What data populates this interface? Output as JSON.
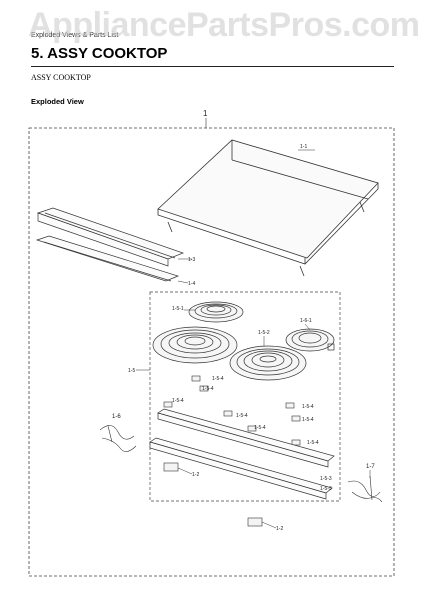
{
  "watermark": "AppliancePartsPros.com",
  "breadcrumb": "Exploded Views & Parts List",
  "section_title": "5.  ASSY COOKTOP",
  "subtitle": "ASSY COOKTOP",
  "exploded_view_label": "Exploded View",
  "callouts": {
    "c_1": "1",
    "c_1_1": "1-1",
    "c_1_3": "1-3",
    "c_1_4": "1-4",
    "c_1_5": "1-5",
    "c_1_5_1": "1-5-1",
    "c_1_5_2": "1-5-2",
    "c_1_6_1": "1-6-1",
    "c_1_5_4a": "1-5-4",
    "c_1_5_4b": "1-5-4",
    "c_1_5_4c": "1-5-4",
    "c_1_5_4d": "1-5-4",
    "c_1_5_4e": "1-5-4",
    "c_1_5_4f": "1-5-4",
    "c_1_5_4g": "1-5-4",
    "c_1_5_4h": "1-5-4",
    "c_1_6": "1-6",
    "c_1_7": "1-7",
    "c_1_2a": "1-2",
    "c_1_2b": "1-2",
    "c_1_5_3a": "1-5-3",
    "c_1_5_3b": "1-5-3"
  }
}
